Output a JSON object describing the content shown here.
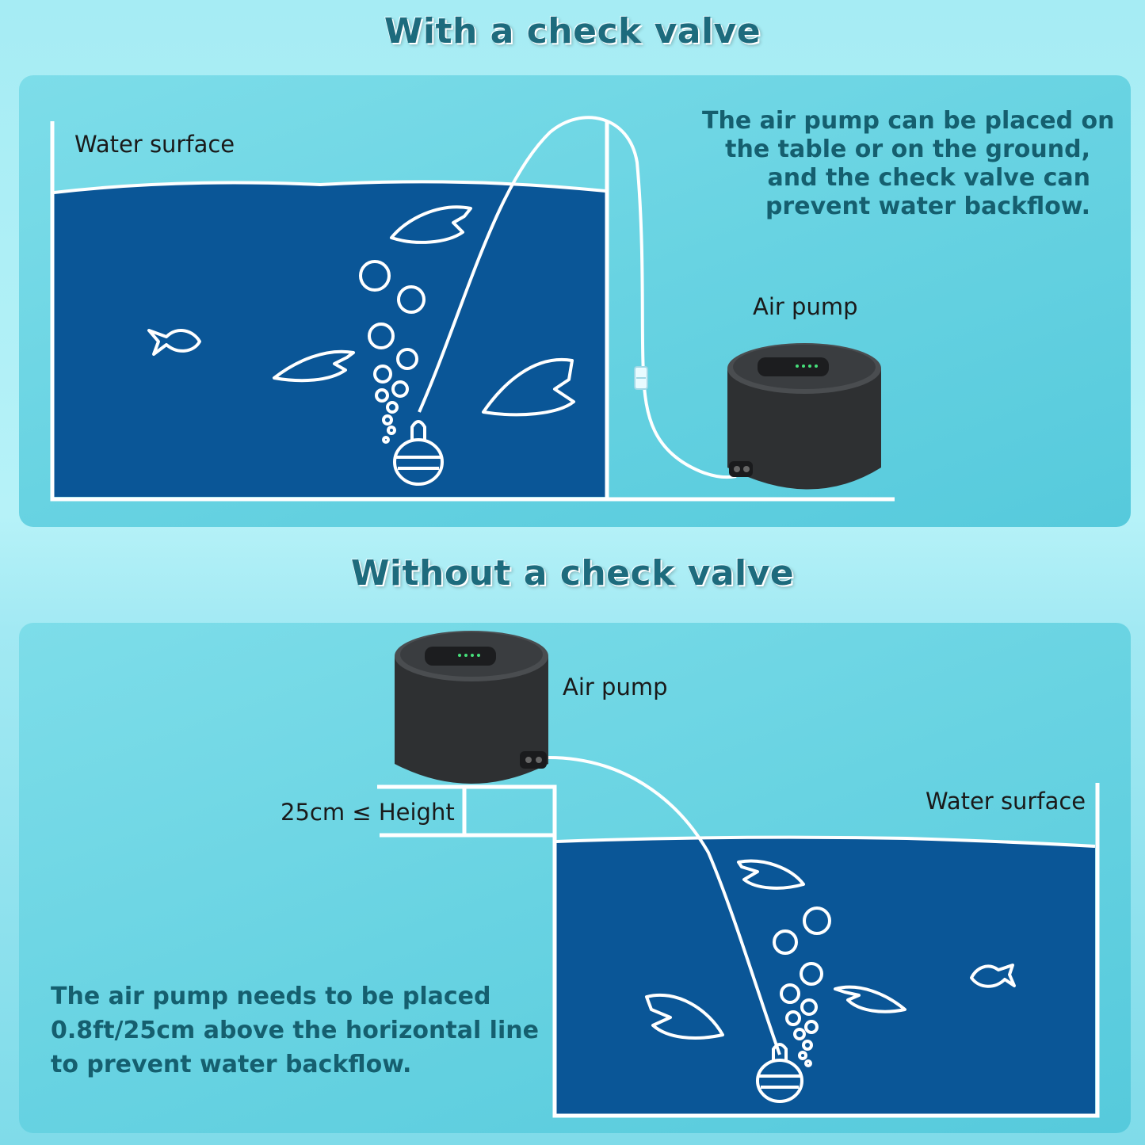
{
  "top": {
    "title": "With a check valve",
    "water_surface_label": "Water surface",
    "air_pump_label": "Air pump",
    "description": [
      "The air pump can be placed on",
      "the table or on the ground,",
      "and the check valve can",
      "prevent water backflow."
    ]
  },
  "bottom": {
    "title": "Without a check valve",
    "air_pump_label": "Air pump",
    "height_label": "25cm ≤ Height",
    "water_surface_label": "Water surface",
    "description": [
      "The air pump needs to be placed",
      "0.8ft/25cm above the horizontal line",
      "to prevent water backflow."
    ]
  },
  "colors": {
    "water": "#0a5697",
    "title_text": "#1d6b7d",
    "description_text": "#155f6f",
    "pump_body": "#2e3032",
    "sketch_lines": "#ffffff"
  },
  "icons": [
    "fish-icon",
    "bubble-icon",
    "air-stone-icon",
    "check-valve-icon",
    "air-pump-icon"
  ]
}
